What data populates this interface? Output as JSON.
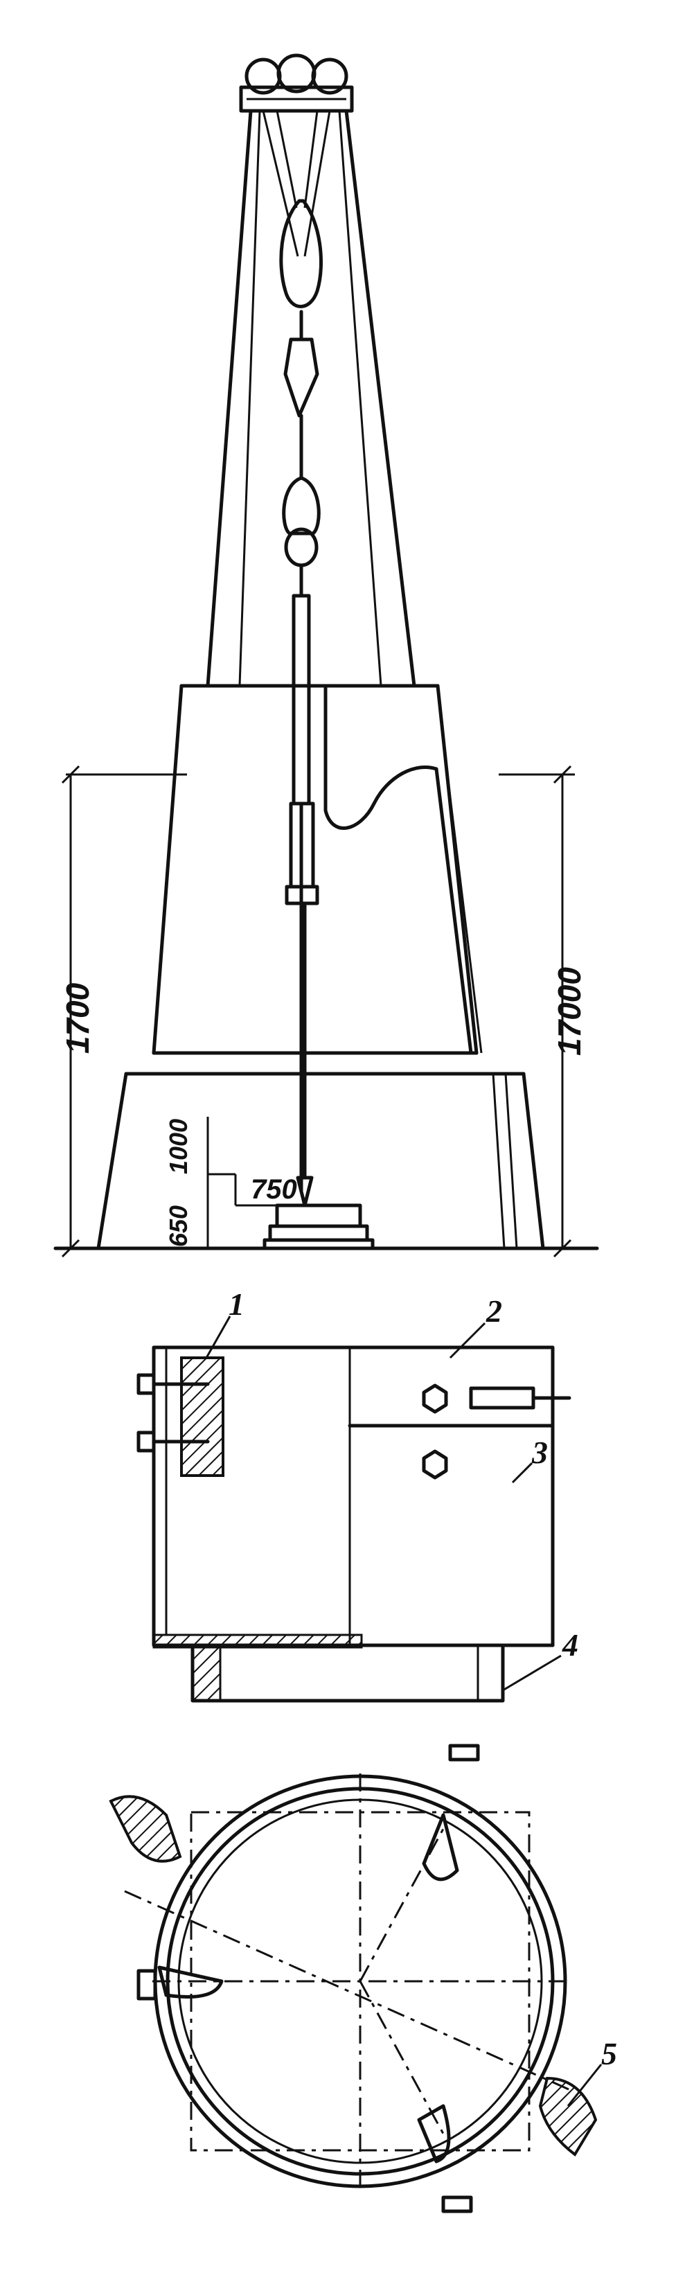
{
  "dimensions": {
    "left_height": "1700",
    "right_height": "17000",
    "offset_650": "650",
    "offset_1000": "1000",
    "offset_750": "750"
  },
  "callouts": [
    "1",
    "2",
    "3",
    "4",
    "5"
  ]
}
